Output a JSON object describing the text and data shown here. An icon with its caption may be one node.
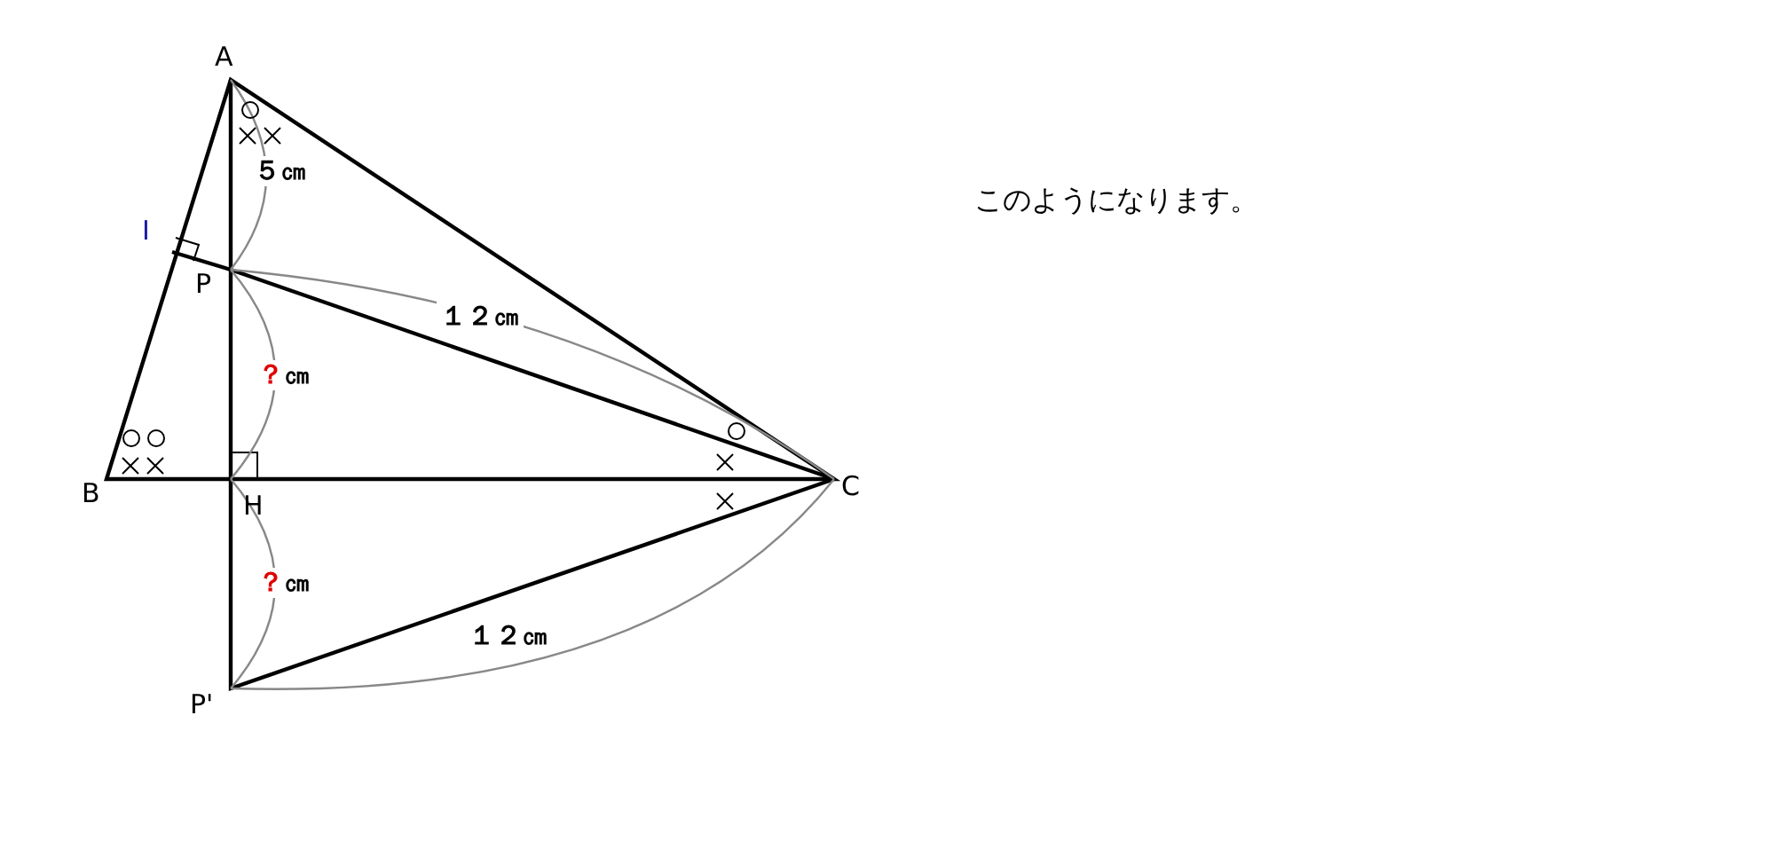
{
  "diagram": {
    "labels": [
      "A",
      "I",
      "P",
      "５㎝",
      "１２㎝",
      "？㎝",
      "B",
      "C",
      "H",
      "？㎝",
      "１２㎝",
      "P'",
      "このようになります。"
    ]
  }
}
